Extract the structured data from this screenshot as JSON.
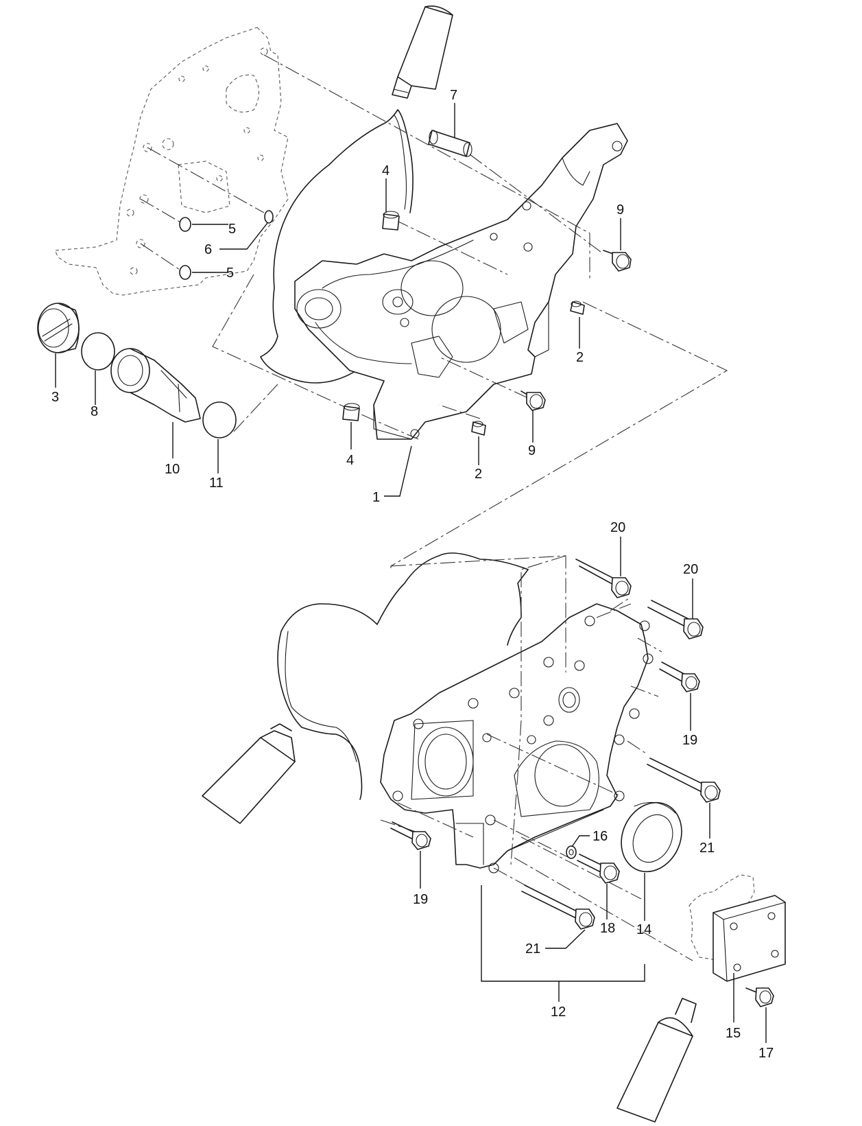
{
  "callouts": {
    "c1": "1",
    "c2a": "2",
    "c2b": "2",
    "c3": "3",
    "c4a": "4",
    "c4b": "4",
    "c5a": "5",
    "c5b": "5",
    "c6": "6",
    "c7": "7",
    "c8": "8",
    "c9a": "9",
    "c9b": "9",
    "c10": "10",
    "c11": "11",
    "c12": "12",
    "c14": "14",
    "c15": "15",
    "c16": "16",
    "c17": "17",
    "c18": "18",
    "c19a": "19",
    "c19b": "19",
    "c20a": "20",
    "c20b": "20",
    "c21a": "21",
    "c21b": "21"
  },
  "colors": {
    "line": "#1a1a1a",
    "background": "#ffffff"
  }
}
